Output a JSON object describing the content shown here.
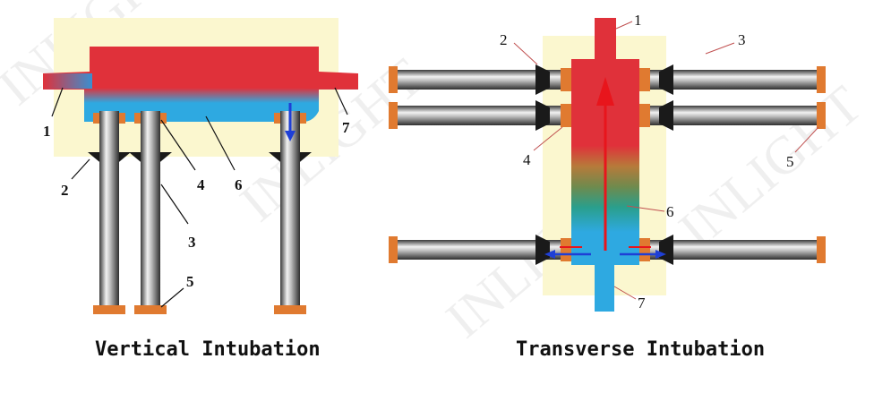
{
  "left": {
    "caption": "Vertical Intubation",
    "labels": [
      "1",
      "2",
      "3",
      "4",
      "5",
      "6",
      "7"
    ]
  },
  "right": {
    "caption": "Transverse Intubation",
    "labels": [
      "1",
      "2",
      "3",
      "4",
      "5",
      "6",
      "7"
    ]
  },
  "watermark": "INLIGHT",
  "colors": {
    "background_panel": "#fbf7cf",
    "hot": "#e0313a",
    "cold": "#2ea9e1",
    "tube_dark": "#3c3c3c",
    "tube_light": "#e6e6e6",
    "flange": "#e07a30",
    "weld": "#1a1a1a",
    "arrow_red": "#e8151c",
    "arrow_blue": "#1e3fd6"
  }
}
